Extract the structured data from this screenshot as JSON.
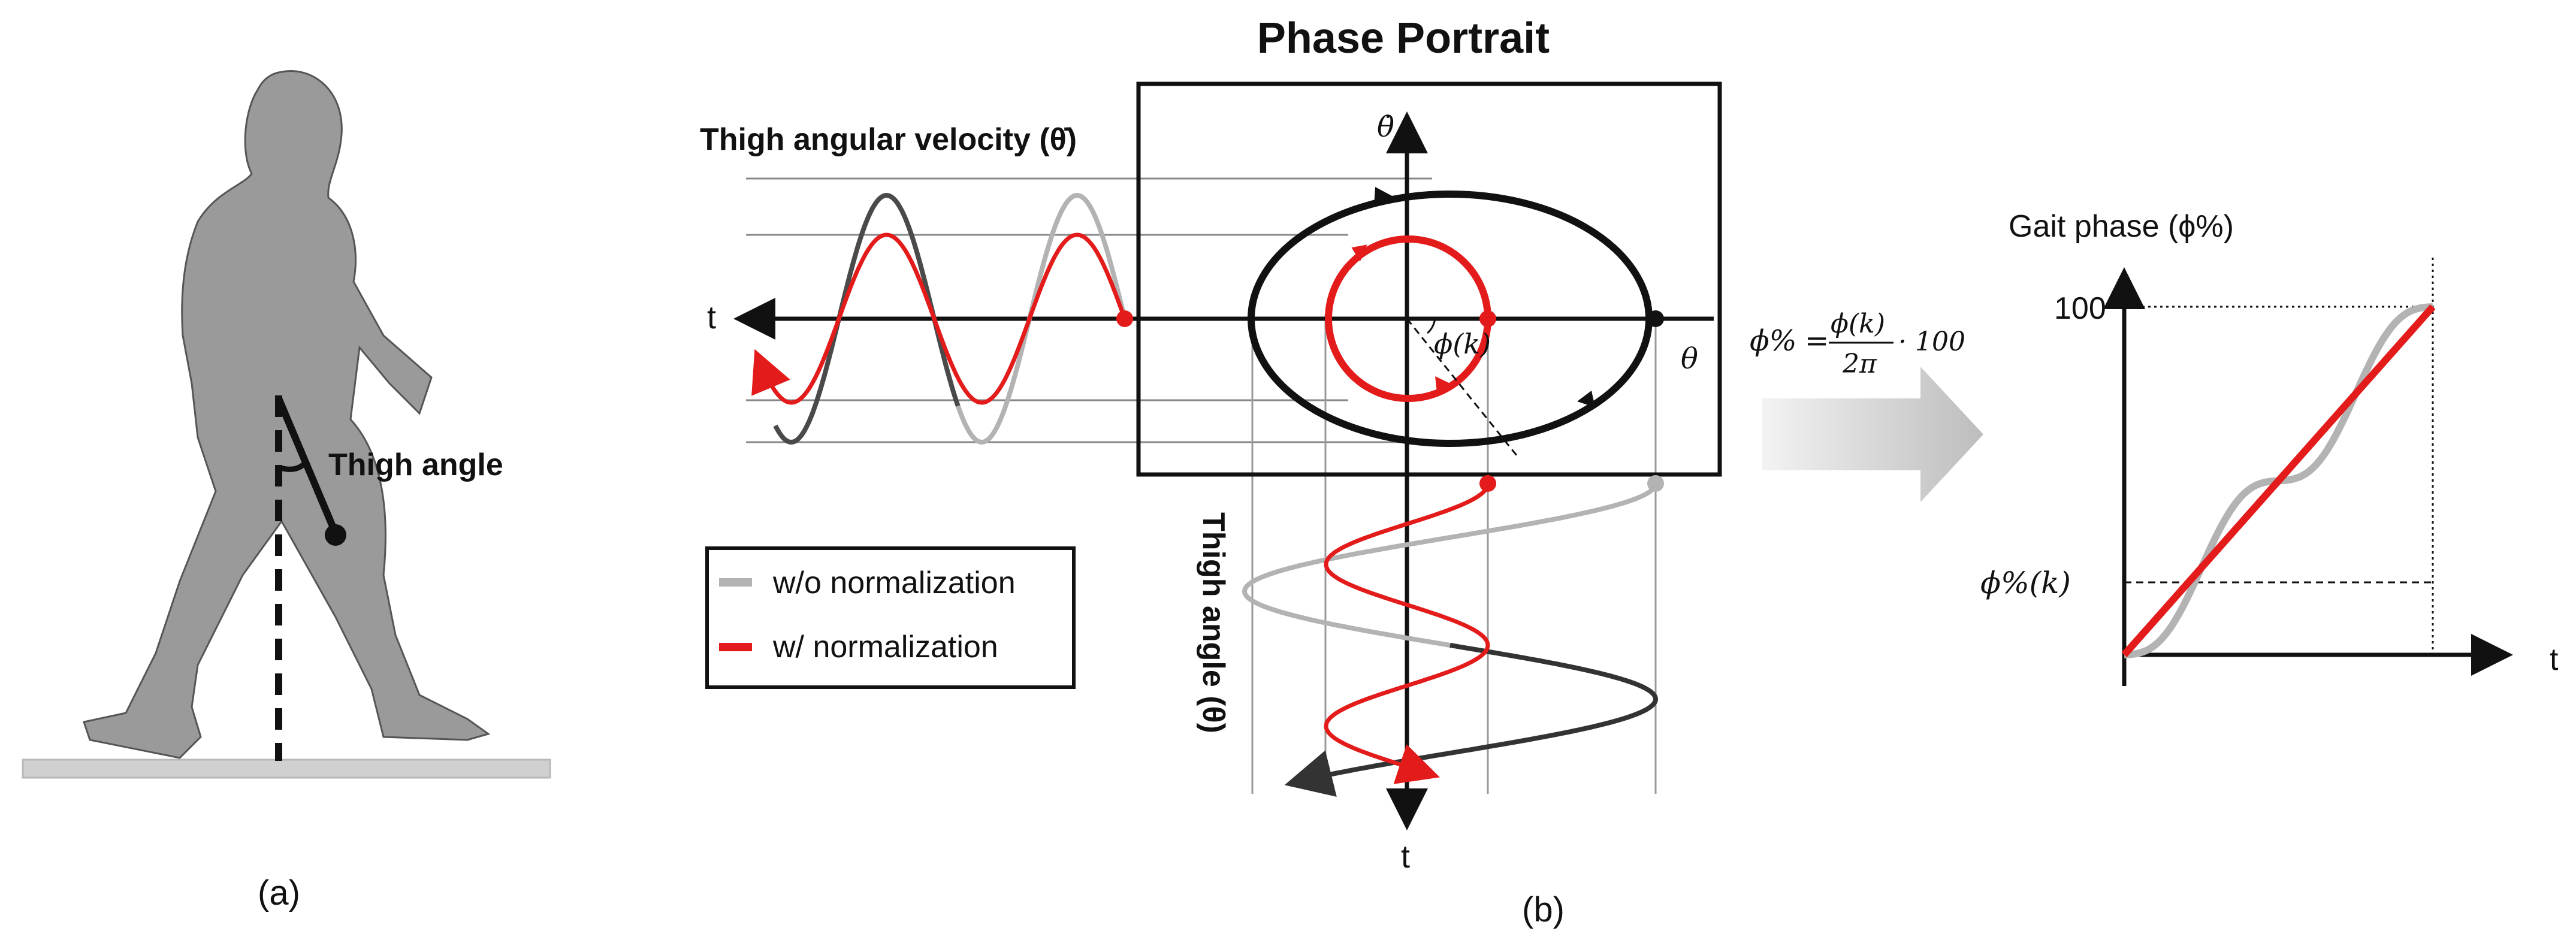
{
  "panel_a": {
    "label": "(a)",
    "thigh_angle_label": "Thigh angle"
  },
  "panel_b": {
    "label": "(b)",
    "title": "Phase Portrait",
    "velocity_label": "Thigh angular velocity (θ̇)",
    "angle_label": "Thigh angle (θ)",
    "axis_theta_dot": "θ̇",
    "axis_theta": "θ",
    "axis_t_left": "t",
    "axis_t_bottom": "t",
    "phase_angle_label": "ϕ(k)",
    "legend": [
      {
        "label": "w/o normalization",
        "color": "#b3b3b3"
      },
      {
        "label": "w/ normalization",
        "color": "#e31b1b"
      }
    ]
  },
  "equation": {
    "lhs": "ϕ%",
    "numerator": "ϕ(k)",
    "denominator": "2π",
    "tail": "· 100"
  },
  "panel_c": {
    "title": "Gait phase (ϕ%)",
    "y_tick": "100",
    "y_marker": "ϕ%(k)",
    "x_label": "t"
  },
  "colors": {
    "normalized": "#e31b1b",
    "unnormalized_light": "#b3b3b3",
    "unnormalized_dark": "#4a4a4a",
    "body": "#9a9a9a",
    "ground": "#d0d0d0"
  }
}
